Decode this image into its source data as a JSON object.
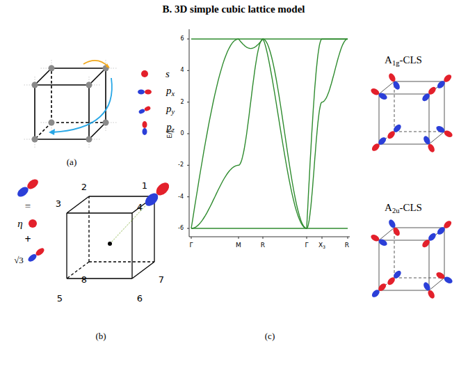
{
  "diagram": {
    "title": "B. 3D simple cubic lattice model",
    "labels": [
      "s",
      "px",
      "py",
      "pz",
      "(a)",
      "=",
      "η",
      "+",
      "√3",
      "2",
      "1",
      "3",
      "4",
      "8",
      "7",
      "5",
      "6",
      "(b)",
      "E/t",
      "6",
      "4",
      "2",
      "0",
      "-2",
      "-4",
      "-6",
      "Γ",
      "M",
      "R",
      "Γ",
      "X3",
      "R",
      "(c)",
      "A1g-CLS",
      "A2u-CLS"
    ]
  }
}
